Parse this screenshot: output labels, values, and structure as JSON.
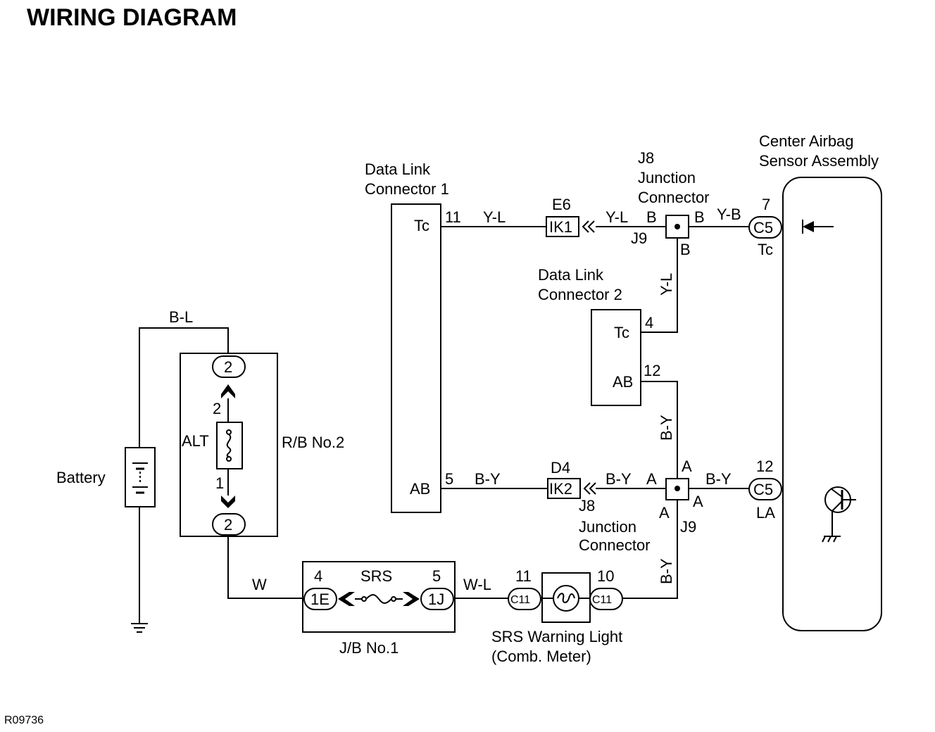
{
  "title": "WIRING DIAGRAM",
  "figure_code": "R09736",
  "components": {
    "battery": "Battery",
    "rb2": "R/B No.2",
    "alt_fuse": "ALT",
    "jb1": "J/B No.1",
    "srs_fuse": "SRS",
    "warning_light_1": "SRS Warning Light",
    "warning_light_2": "(Comb. Meter)",
    "dlc1_1": "Data Link",
    "dlc1_2": "Connector 1",
    "dlc2_1": "Data Link",
    "dlc2_2": "Connector 2",
    "j8_top_1": "J8",
    "j8_top_2": "Junction",
    "j8_top_3": "Connector",
    "j8_bot_1": "J8",
    "j8_bot_2": "Junction",
    "j8_bot_3": "Connector",
    "j9_top": "J9",
    "j9_bot": "J9",
    "sensor_1": "Center Airbag",
    "sensor_2": "Sensor Assembly"
  },
  "pins": {
    "tc": "Tc",
    "ab": "AB",
    "la": "LA",
    "p11": "11",
    "p5": "5",
    "p4": "4",
    "p12": "12",
    "p7": "7",
    "p2": "2",
    "p1": "1",
    "p10": "10",
    "a": "A",
    "b": "B"
  },
  "connectors": {
    "c5": "C5",
    "c11": "C11",
    "ik1": "IK1",
    "ik2": "IK2",
    "e6": "E6",
    "d4": "D4",
    "c1e": "1E",
    "c1j": "1J",
    "c2": "2"
  },
  "wires": {
    "bl": "B-L",
    "w": "W",
    "wl": "W-L",
    "yl": "Y-L",
    "yb": "Y-B",
    "by": "B-Y"
  }
}
